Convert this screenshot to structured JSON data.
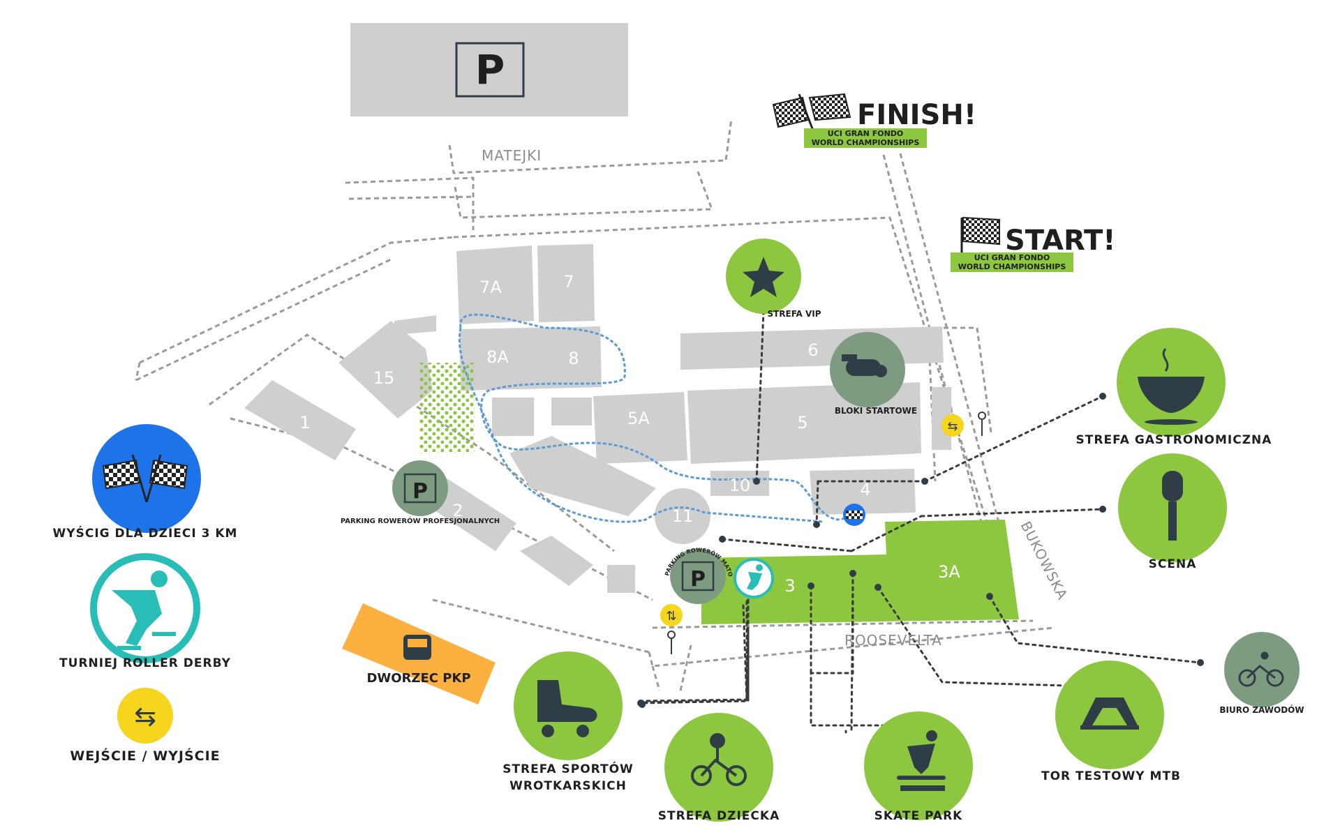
{
  "parking_symbol": "P",
  "streets": {
    "matejki": "MATEJKI",
    "roosevelta": "ROOSEVELTA",
    "bukowska": "BUKOWSKA"
  },
  "buildings": {
    "b7a": "7A",
    "b7": "7",
    "b8a": "8A",
    "b8": "8",
    "b6": "6",
    "b15": "15",
    "b1": "1",
    "b5a": "5A",
    "b5": "5",
    "b10": "10",
    "b4": "4",
    "b2": "2",
    "b11": "11",
    "b3": "3",
    "b3a": "3A"
  },
  "finish": {
    "word": "FINISH!",
    "line1": "UCI GRAN FONDO",
    "line2": "WORLD CHAMPIONSHIPS"
  },
  "start": {
    "word": "START!",
    "line1": "UCI GRAN FONDO",
    "line2": "WORLD CHAMPIONSHIPS"
  },
  "zones": {
    "vip": "STREFA VIP",
    "bloki": "BLOKI STARTOWE",
    "parking_pro": "PARKING ROWERÓW PROFESJONALNYCH",
    "parking_mat": "PARKING ROWERÓW MATONSKICH",
    "dworzec": "DWORZEC PKP",
    "gastro": "STREFA GASTRONOMICZNA",
    "scena": "SCENA",
    "biuro": "BIURO ZAWODÓW",
    "mtb": "TOR TESTOWY MTB",
    "skate": "SKATE PARK",
    "dziecko": "STREFA DZIECKA",
    "wrotki_1": "STREFA SPORTÓW",
    "wrotki_2": "WROTKARSKICH"
  },
  "legend": {
    "race": "WYŚCIG DLA DZIECI 3 KM",
    "roller": "TURNIEJ ROLLER DERBY",
    "entry": "WEJŚCIE / WYJŚCIE"
  },
  "colors": {
    "green": "#8dc63f",
    "grey_building": "#cfcfcf",
    "blue_route": "#5b9bd5",
    "yellow": "#f6d51f",
    "orange": "#fbb040"
  },
  "icons": [
    "parking-icon",
    "checkered-flag-icon",
    "star-icon",
    "whistle-icon",
    "soup-bowl-icon",
    "microphone-icon",
    "cyclist-icon",
    "stadium-icon",
    "skateboarder-icon",
    "balance-bike-icon",
    "roller-skate-icon",
    "roller-skater-icon",
    "entry-exit-icon",
    "person-icon",
    "train-icon"
  ]
}
